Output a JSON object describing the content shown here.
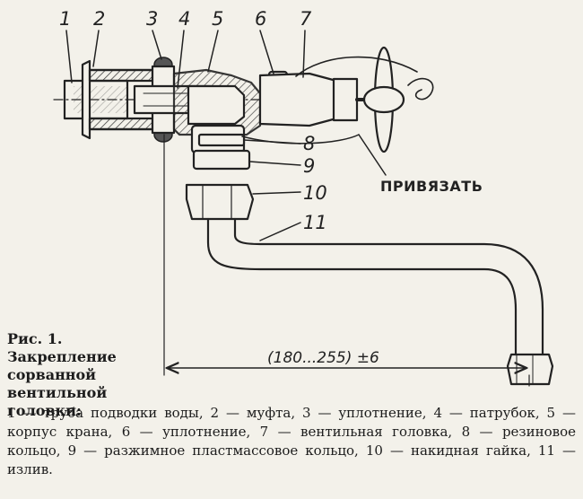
{
  "diagram": {
    "labels": [
      "1",
      "2",
      "3",
      "4",
      "5",
      "6",
      "7",
      "8",
      "9",
      "10",
      "11"
    ],
    "note": "ПРИВЯЗАТЬ",
    "dimension": "(180...255) ±6"
  },
  "caption": {
    "fig": "Рис. 1.",
    "title": "Закрепление сорванной вентильной головки:",
    "body": "1 — труба подводки воды, 2 — муфта, 3 — уплотнение, 4 — патрубок, 5 — корпус крана, 6 — уплотнение, 7 — вентильная головка, 8 — резиновое кольцо, 9 — разжимное пластмассовое кольцо, 10 — накидная гайка, 11 — излив."
  }
}
